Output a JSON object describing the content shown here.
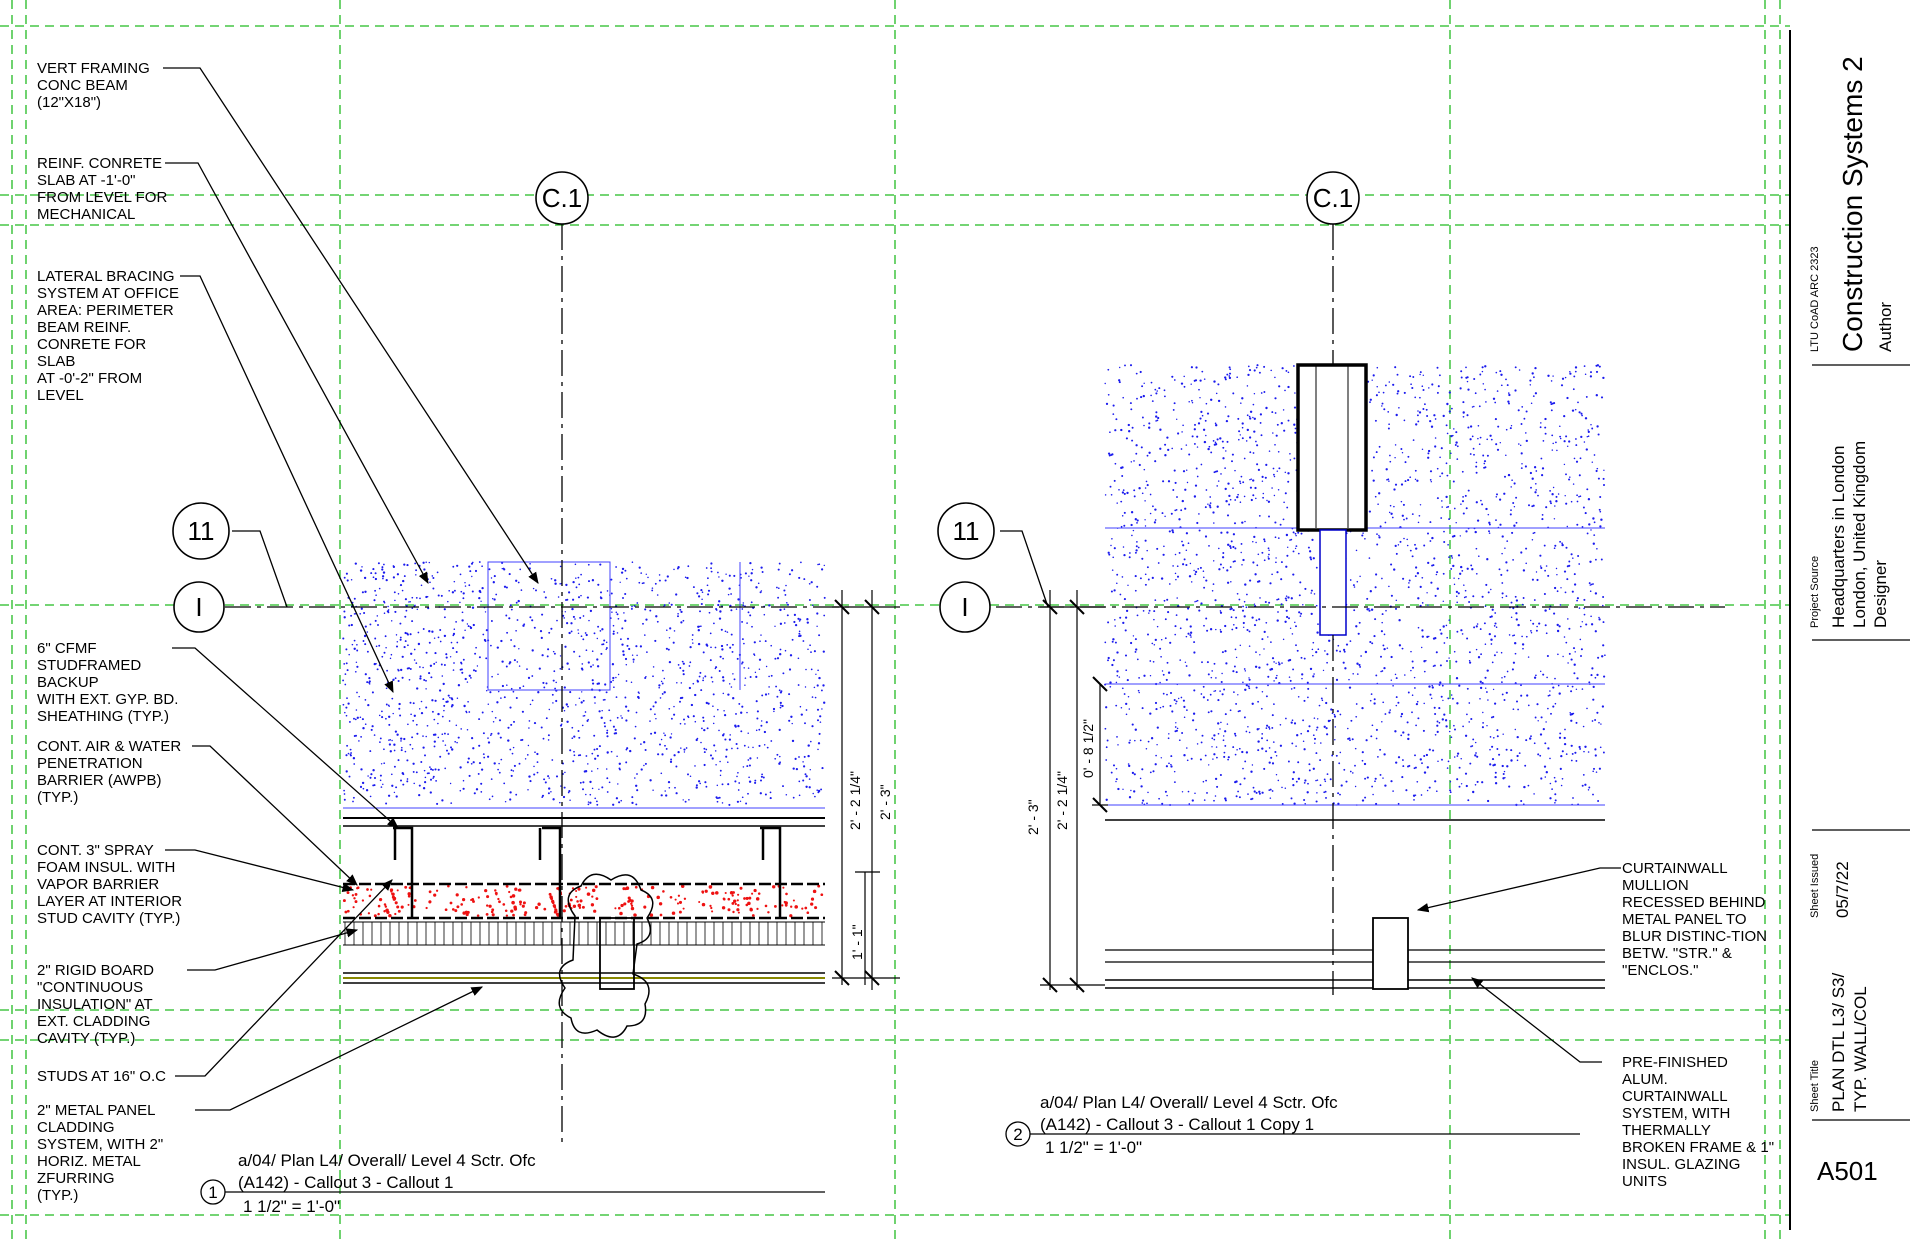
{
  "grids": {
    "c1_left": "C.1",
    "c1_right": "C.1",
    "row11_left": "11",
    "row11_right": "11",
    "rowI_left": "I",
    "rowI_right": "I"
  },
  "notes_left": [
    [
      "VERT FRAMING",
      "CONC BEAM",
      "(12\"X18\")"
    ],
    [
      "REINF. CONRETE",
      "SLAB AT -1'-0\"",
      " FROM LEVEL FOR",
      "MECHANICAL"
    ],
    [
      "LATERAL BRACING",
      "SYSTEM AT OFFICE",
      "AREA: PERIMETER",
      "BEAM REINF.",
      "CONRETE FOR",
      "SLAB",
      "AT -0'-2\" FROM",
      "LEVEL"
    ],
    [
      "6\" CFMF",
      "STUDFRAMED",
      "BACKUP",
      "WITH EXT. GYP. BD.",
      "SHEATHING (TYP.)"
    ],
    [
      "CONT. AIR & WATER",
      "PENETRATION",
      "BARRIER (AWPB)",
      "(TYP.)"
    ],
    [
      "CONT. 3\" SPRAY",
      "FOAM INSUL. WITH",
      "VAPOR BARRIER",
      "LAYER AT INTERIOR",
      "STUD CAVITY (TYP.)"
    ],
    [
      "2\" RIGID BOARD",
      "\"CONTINUOUS",
      "INSULATION\" AT",
      "EXT. CLADDING",
      "CAVITY (TYP.)"
    ],
    [
      "STUDS AT 16\" O.C"
    ],
    [
      "2\" METAL PANEL",
      "CLADDING",
      "SYSTEM, WITH 2\"",
      "HORIZ. METAL",
      "ZFURRING",
      "(TYP.)"
    ]
  ],
  "notes_right": [
    [
      "CURTAINWALL",
      "MULLION",
      "RECESSED BEHIND",
      "METAL PANEL TO",
      "BLUR DISTINC-TION",
      "BETW. \"STR.\" &",
      "\"ENCLOS.\""
    ],
    [
      "PRE-FINISHED",
      "ALUM.",
      "CURTAINWALL",
      "SYSTEM, WITH",
      "THERMALLY",
      "BROKEN FRAME & 1\"",
      "INSUL. GLAZING",
      "UNITS"
    ]
  ],
  "dims_left": [
    "2' - 2 1/4\"",
    "2' - 3\"",
    "1' - 1\""
  ],
  "dims_right": [
    "2' - 3\"",
    "2' - 2 1/4\"",
    "0' - 8 1/2\""
  ],
  "view1": {
    "number": "1",
    "line1": "a/04/ Plan L4/ Overall/ Level 4 Sctr. Ofc",
    "line2": "(A142) - Callout 3 - Callout 1",
    "scale": "1 1/2\" = 1'-0\""
  },
  "view2": {
    "number": "2",
    "line1": "a/04/ Plan L4/ Overall/ Level 4 Sctr. Ofc",
    "line2": "(A142) - Callout 3 - Callout 1 Copy 1",
    "scale": "1 1/2\" = 1'-0\""
  },
  "title_block": {
    "course": "LTU CoAD ARC 2323",
    "project_title": "Construction Systems 2",
    "author": "Author",
    "source_label": "Project Source",
    "source_lines": [
      "Headquarters in London",
      "London, United Kingdom",
      "Designer"
    ],
    "issued_label": "Sheet Issued",
    "issued_date": "05/7/22",
    "sheet_title_label": "Sheet Title",
    "sheet_title_lines": [
      "PLAN DTL L3/ S3/",
      "TYP. WALL/COL"
    ],
    "sheet_number": "A501"
  },
  "colors": {
    "grid": "#22bb22",
    "concrete": "#1a1aee",
    "foam": "#ee1111",
    "ink": "#000000"
  }
}
